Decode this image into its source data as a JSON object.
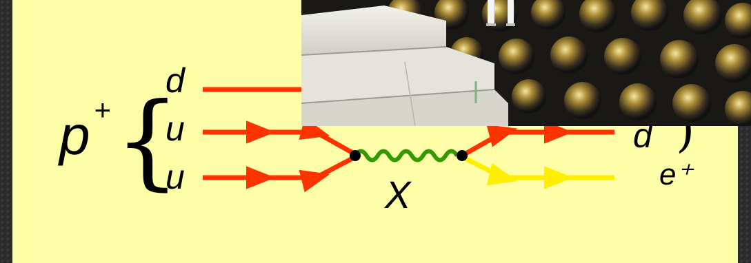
{
  "diagram": {
    "proton_label": "p",
    "proton_charge": "+",
    "quarks_in": [
      "d",
      "u",
      "u"
    ],
    "mediator_label": "X",
    "outgoing_labels": [
      "d",
      "e⁺"
    ],
    "colors": {
      "background": "#ffffaa",
      "quark_line": "#ff3300",
      "lepton_line": "#ffff00",
      "boson_line": "#339900",
      "vertex": "#000000"
    }
  },
  "photo": {
    "subject": "detector-photomultiplier-tubes-photo"
  }
}
